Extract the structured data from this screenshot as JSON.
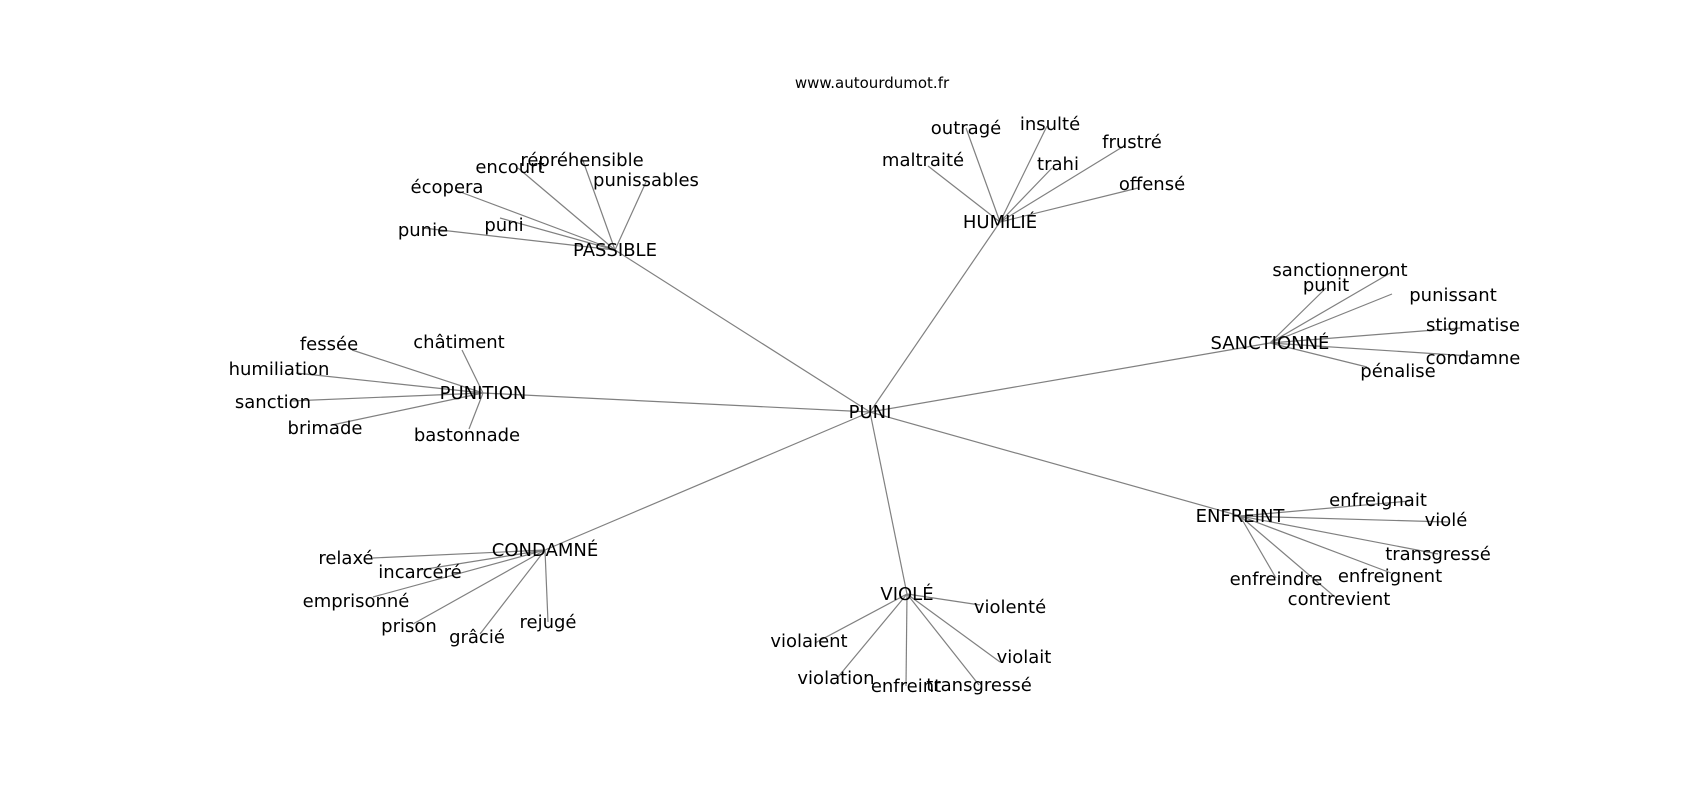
{
  "site_label": "www.autourdumot.fr",
  "root": "PUNI",
  "clusters": [
    {
      "hub": "PASSIBLE",
      "leaves": [
        "répréhensible",
        "encourt",
        "punissables",
        "écopera",
        "puni",
        "punie"
      ]
    },
    {
      "hub": "HUMILIÉ",
      "leaves": [
        "outragé",
        "insulté",
        "frustré",
        "maltraité",
        "trahi",
        "offensé"
      ]
    },
    {
      "hub": "SANCTIONNÉ",
      "leaves": [
        "sanctionneront",
        "punit",
        "punissant",
        "stigmatise",
        "condamne",
        "pénalise"
      ]
    },
    {
      "hub": "PUNITION",
      "leaves": [
        "fessée",
        "châtiment",
        "humiliation",
        "sanction",
        "brimade",
        "bastonnade"
      ]
    },
    {
      "hub": "ENFREINT",
      "leaves": [
        "enfreignait",
        "violé",
        "transgressé",
        "enfreignent",
        "enfreindre",
        "contrevient"
      ]
    },
    {
      "hub": "CONDAMNÉ",
      "leaves": [
        "relaxé",
        "incarcéré",
        "emprisonné",
        "prison",
        "grâcié",
        "rejugé"
      ]
    },
    {
      "hub": "VIOLÉ",
      "leaves": [
        "violenté",
        "violaient",
        "violait",
        "violation",
        "enfreint",
        "transgressé"
      ]
    }
  ]
}
